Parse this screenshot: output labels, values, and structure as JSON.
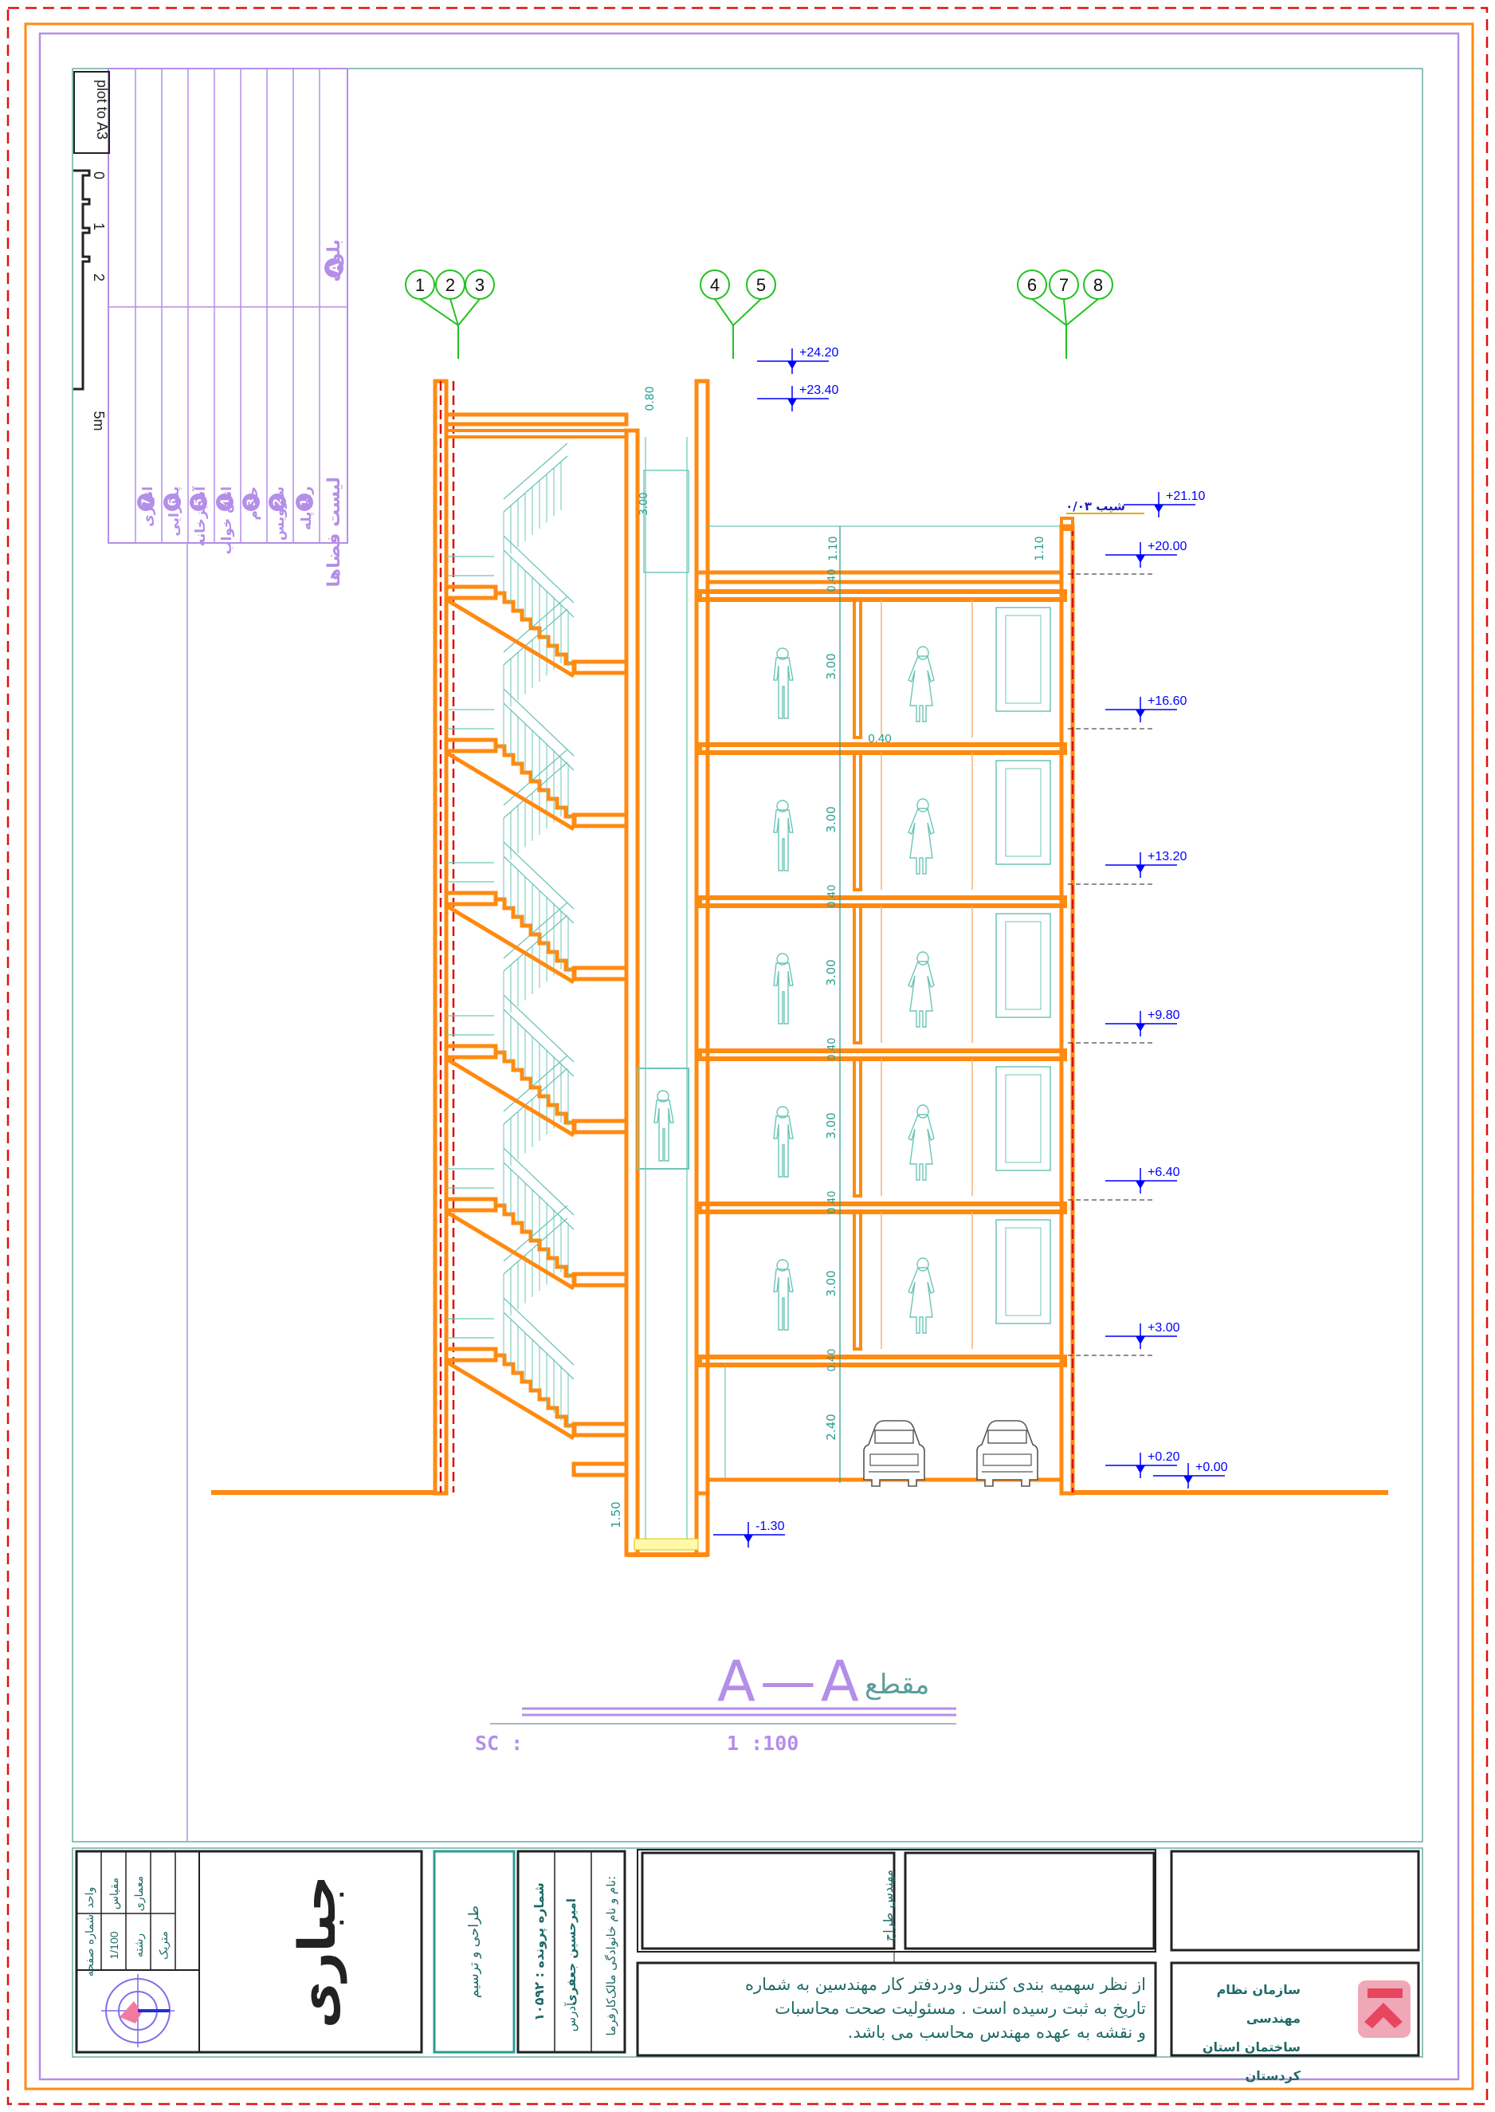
{
  "drawing": {
    "title_fa": "مقطع",
    "title_en": "A—A",
    "scale_label": "SC :",
    "scale_value": "1 :100",
    "plot_note": "plot to A3"
  },
  "scale_bar": {
    "ticks": [
      "0",
      "1",
      "2",
      "5m"
    ]
  },
  "block": {
    "badge": "A",
    "label": "بلوک"
  },
  "legend": {
    "title": "لیست فضاها",
    "items": [
      {
        "no": "1",
        "label": "راه پله"
      },
      {
        "no": "2",
        "label": "سرویس"
      },
      {
        "no": "3",
        "label": "حمام"
      },
      {
        "no": "4",
        "label": "اتاق خواب"
      },
      {
        "no": "5",
        "label": "آشپزخانه"
      },
      {
        "no": "6",
        "label": "پذیرایی"
      },
      {
        "no": "7",
        "label": "انباری"
      }
    ]
  },
  "grid_axes": [
    "1",
    "2",
    "3",
    "4",
    "5",
    "6",
    "7",
    "8"
  ],
  "levels": [
    "+24.20",
    "+23.40",
    "+21.10",
    "+20.00",
    "+16.60",
    "+13.20",
    "+9.80",
    "+6.40",
    "+3.00",
    "+0.20",
    "+0.00",
    "-1.30"
  ],
  "dimensions": {
    "stair_parapet": "0.80",
    "slab": "0.40",
    "floor_height": "3.00",
    "parapet": "1.10",
    "ground_height": "2.40",
    "pit": "1.50",
    "lift_cap": "3.00",
    "slope": "شیب ۰/۰۳"
  },
  "title_block": {
    "company": "جباری",
    "draw_label": "طراحی و ترسیم",
    "owner_label": "نام و نام خانوادگی مالک:",
    "owner_value": "شماره پرونده : ۱۰۵۹۲",
    "employer_label": "کارفرما",
    "address_label": "آدرس",
    "case_label": "امیرحسین جعفری",
    "designer_label": "مهندس طراح",
    "unit_label": "متریک",
    "unit_key": "واحد",
    "scale_key": "مقیاس",
    "scale_value": "1/100",
    "sheet_label": "رشته",
    "sheet_value": "معماری",
    "page_label": "شماره صفحه"
  },
  "approval_note": [
    "از نظر سهمیه بندی کنترل ودردفتر کار مهندسین  به شماره",
    "تاریخ        به ثبت رسیده  است .   مسئولیت صحت محاسبات",
    "و نقشه به عهده  مهندس محاسب می باشد."
  ],
  "organization": {
    "line1": "سازمان نظام مهندسی",
    "line2": "ساختمان استان کردستان"
  },
  "colors": {
    "structure": "#ff8a10",
    "detail": "#6cc6b6",
    "dimension": "#0000ff",
    "frame": "#b48ee8",
    "dashed": "#e01010",
    "teal_text": "#1f6a68"
  }
}
